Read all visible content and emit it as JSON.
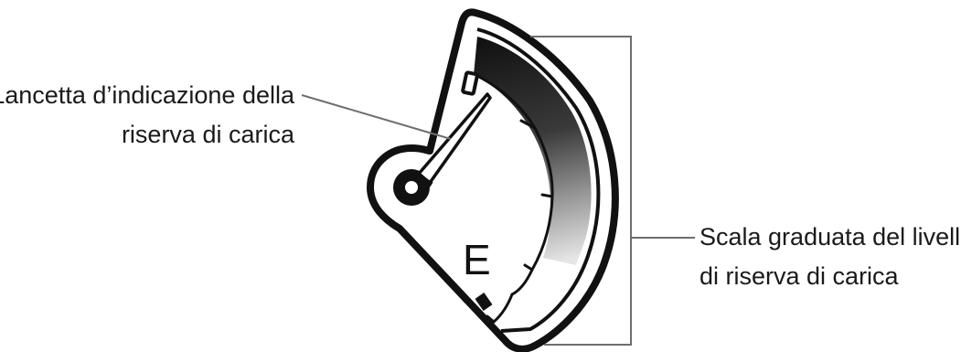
{
  "labels": {
    "needle_callout": {
      "line1": "Lancetta d’indicazione della",
      "line2": "riserva di carica"
    },
    "scale_callout": {
      "line1": "Scala graduata del livello",
      "line2": "di riserva di carica"
    }
  },
  "gauge": {
    "empty_marker": "E"
  },
  "colors": {
    "outline": "#111111",
    "leader_lines": "#6e6e6e",
    "scale_dark": "#111111",
    "scale_light": "#e6e6e6"
  }
}
